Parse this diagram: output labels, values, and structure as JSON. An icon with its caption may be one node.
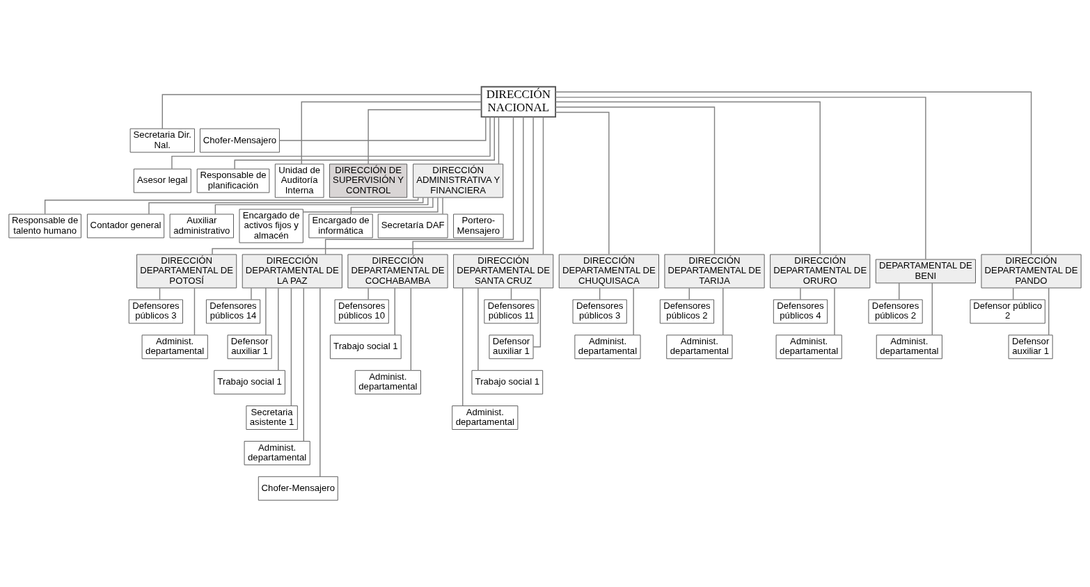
{
  "diagram": {
    "nodes": [
      {
        "text": [
          "DIRECCIÓN NACIONAL"
        ]
      },
      {
        "text": [
          "Secretaria Dir. Nal."
        ]
      },
      {
        "text": [
          "Chofer-Mensajero"
        ]
      },
      {
        "text": [
          "Asesor legal"
        ]
      },
      {
        "text": [
          "Responsable de planificación"
        ]
      },
      {
        "text": [
          "Unidad de Auditoría Interna"
        ]
      },
      {
        "text": [
          "DIRECCIÓN DE SUPERVISIÓN Y CONTROL"
        ]
      },
      {
        "text": [
          "DIRECCIÓN ADMINISTRATIVA Y FINANCIERA"
        ]
      },
      {
        "text": [
          "Secretaría DAF"
        ]
      },
      {
        "text": [
          "Portero-Mensajero"
        ]
      },
      {
        "text": [
          "Responsable de talento humano"
        ]
      },
      {
        "text": [
          "Contador general"
        ]
      },
      {
        "text": [
          "Auxiliar administrativo"
        ]
      },
      {
        "text": [
          "Encargado de activos fijos y almacén"
        ]
      },
      {
        "text": [
          "Encargado de informática"
        ]
      },
      {
        "text": [
          "DIRECCIÓN DEPARTAMENTAL DE LA PAZ"
        ]
      },
      {
        "text": [
          "DIRECCIÓN DEPARTAMENTAL DE COCHABAMBA"
        ]
      },
      {
        "text": [
          "DIRECCIÓN DEPARTAMENTAL DE SANTA CRUZ"
        ]
      },
      {
        "text": [
          "DIRECCIÓN DEPARTAMENTAL DE CHUQUISACA"
        ]
      },
      {
        "text": [
          "DIRECCIÓN DEPARTAMENTAL DE POTOSÍ"
        ]
      },
      {
        "text": [
          "DIRECCIÓN DEPARTAMENTAL DE TARIJA"
        ]
      },
      {
        "text": [
          "DIRECCIÓN DEPARTAMENTAL DE ORURO"
        ]
      },
      {
        "text": [
          "DEPARTAMENTAL DE BENI"
        ]
      },
      {
        "text": [
          "DIRECCIÓN DEPARTAMENTAL DE PANDO"
        ]
      },
      {
        "text": [
          "Defensores públicos 14"
        ]
      },
      {
        "text": [
          "Defensor auxiliar 1"
        ]
      },
      {
        "text": [
          "Trabajo social 1"
        ]
      },
      {
        "text": [
          "Secretaria asistente 1"
        ]
      },
      {
        "text": [
          "Administ. departamental"
        ]
      },
      {
        "text": [
          "Chofer-Mensajero"
        ]
      },
      {
        "text": [
          "Defensores públicos 10"
        ]
      },
      {
        "text": [
          "Trabajo social 1"
        ]
      },
      {
        "text": [
          "Administ. departamental"
        ]
      },
      {
        "text": [
          "Defensores públicos 11"
        ]
      },
      {
        "text": [
          "Defensor auxiliar 1"
        ]
      },
      {
        "text": [
          "Trabajo social 1"
        ]
      },
      {
        "text": [
          "Administ. departamental"
        ]
      },
      {
        "text": [
          "Defensores públicos 3"
        ]
      },
      {
        "text": [
          "Administ. departamental"
        ]
      },
      {
        "text": [
          "Defensores públicos 3"
        ]
      },
      {
        "text": [
          "Administ. departamental"
        ]
      },
      {
        "text": [
          "Defensores públicos 2"
        ]
      },
      {
        "text": [
          "Administ. departamental"
        ]
      },
      {
        "text": [
          "Defensores públicos 4"
        ]
      },
      {
        "text": [
          "Administ. departamental"
        ]
      },
      {
        "text": [
          "Defensores públicos 2"
        ]
      },
      {
        "text": [
          "Administ. departamental"
        ]
      },
      {
        "text": [
          "Defensor público 2"
        ]
      },
      {
        "text": [
          "Defensor auxiliar 1"
        ]
      }
    ],
    "edges": [
      {
        "from": 0,
        "to": 1,
        "arrow": "none"
      },
      {
        "from": 0,
        "to": 2,
        "arrow": "none"
      },
      {
        "from": 0,
        "to": 3,
        "arrow": "none"
      },
      {
        "from": 0,
        "to": 4,
        "arrow": "none"
      },
      {
        "from": 0,
        "to": 5,
        "arrow": "none"
      },
      {
        "from": 0,
        "to": 6,
        "arrow": "none"
      },
      {
        "from": 0,
        "to": 7,
        "arrow": "none"
      },
      {
        "from": 7,
        "to": 8,
        "arrow": "none"
      },
      {
        "from": 7,
        "to": 10,
        "arrow": "none"
      },
      {
        "from": 7,
        "to": 11,
        "arrow": "none"
      },
      {
        "from": 7,
        "to": 12,
        "arrow": "none"
      },
      {
        "from": 7,
        "to": 13,
        "arrow": "none"
      },
      {
        "from": 7,
        "to": 14,
        "arrow": "none"
      },
      {
        "from": 0,
        "to": 15,
        "arrow": "none"
      },
      {
        "from": 0,
        "to": 16,
        "arrow": "none"
      },
      {
        "from": 0,
        "to": 17,
        "arrow": "none"
      },
      {
        "from": 0,
        "to": 18,
        "arrow": "none"
      },
      {
        "from": 0,
        "to": 19,
        "arrow": "none"
      },
      {
        "from": 0,
        "to": 20,
        "arrow": "none"
      },
      {
        "from": 0,
        "to": 21,
        "arrow": "none"
      },
      {
        "from": 0,
        "to": 22,
        "arrow": "none"
      },
      {
        "from": 0,
        "to": 23,
        "arrow": "none"
      },
      {
        "from": 15,
        "to": 24,
        "arrow": "none"
      },
      {
        "from": 15,
        "to": 25,
        "arrow": "none"
      },
      {
        "from": 15,
        "to": 26,
        "arrow": "none"
      },
      {
        "from": 15,
        "to": 27,
        "arrow": "none"
      },
      {
        "from": 15,
        "to": 28,
        "arrow": "none"
      },
      {
        "from": 15,
        "to": 29,
        "arrow": "none"
      },
      {
        "from": 16,
        "to": 30,
        "arrow": "none"
      },
      {
        "from": 16,
        "to": 31,
        "arrow": "none"
      },
      {
        "from": 16,
        "to": 32,
        "arrow": "none"
      },
      {
        "from": 17,
        "to": 33,
        "arrow": "none"
      },
      {
        "from": 17,
        "to": 34,
        "arrow": "none"
      },
      {
        "from": 17,
        "to": 35,
        "arrow": "none"
      },
      {
        "from": 17,
        "to": 36,
        "arrow": "none"
      },
      {
        "from": 18,
        "to": 37,
        "arrow": "none"
      },
      {
        "from": 18,
        "to": 38,
        "arrow": "none"
      },
      {
        "from": 19,
        "to": 39,
        "arrow": "none"
      },
      {
        "from": 19,
        "to": 40,
        "arrow": "none"
      },
      {
        "from": 20,
        "to": 41,
        "arrow": "none"
      },
      {
        "from": 20,
        "to": 42,
        "arrow": "none"
      },
      {
        "from": 21,
        "to": 43,
        "arrow": "none"
      },
      {
        "from": 21,
        "to": 44,
        "arrow": "none"
      },
      {
        "from": 22,
        "to": 45,
        "arrow": "none"
      },
      {
        "from": 22,
        "to": 46,
        "arrow": "none"
      },
      {
        "from": 23,
        "to": 47,
        "arrow": "none"
      },
      {
        "from": 23,
        "to": 48,
        "arrow": "none"
      }
    ]
  }
}
